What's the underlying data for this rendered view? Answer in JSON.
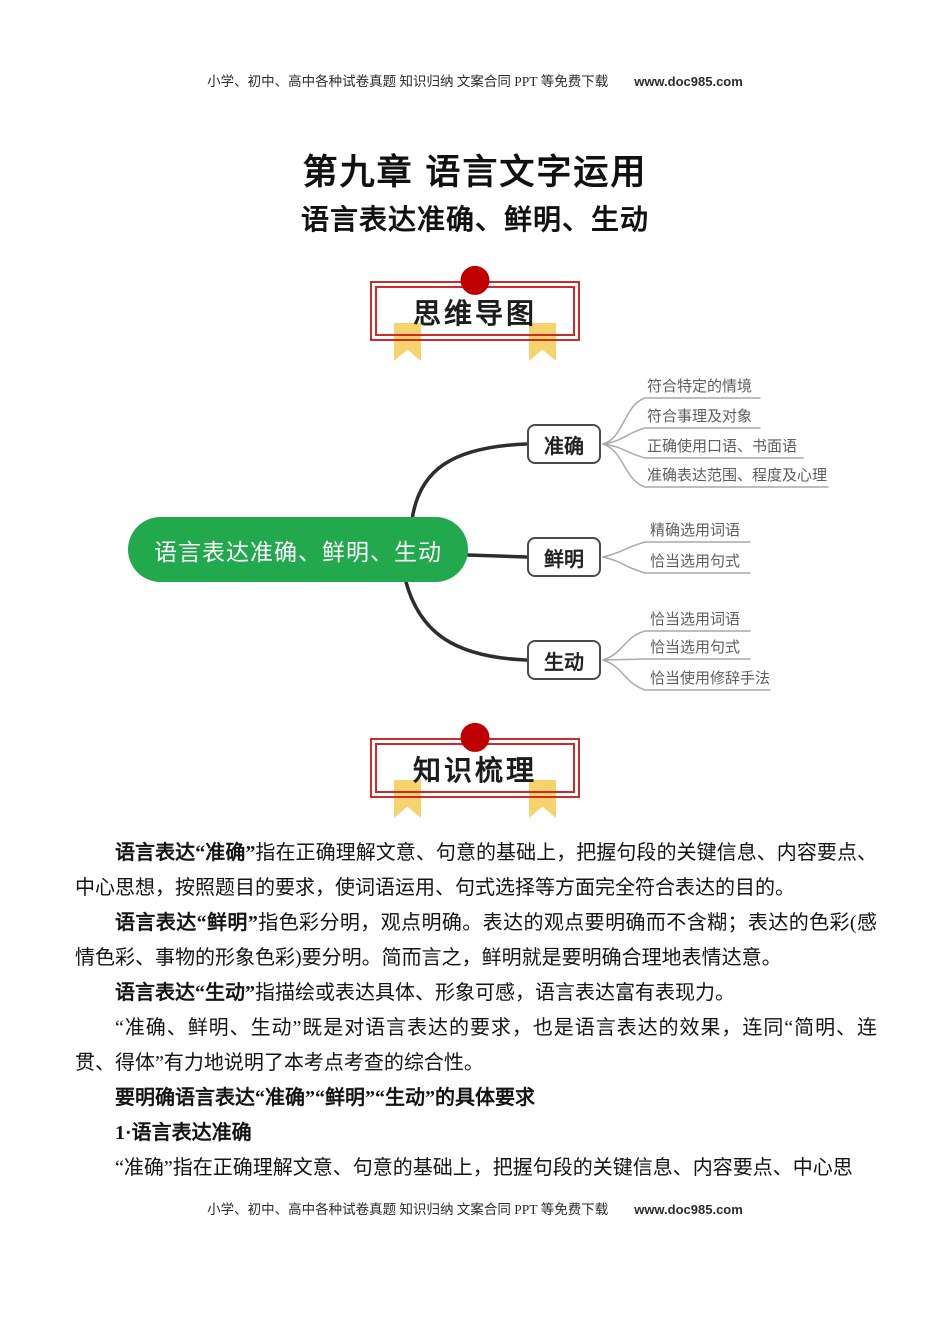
{
  "header": {
    "text": "小学、初中、高中各种试卷真题  知识归纳  文案合同  PPT 等免费下载",
    "url": "www.doc985.com"
  },
  "footer": {
    "text": "小学、初中、高中各种试卷真题  知识归纳  文案合同  PPT 等免费下载",
    "url": "www.doc985.com"
  },
  "title": "第九章 语言文字运用",
  "subtitle": "语言表达准确、鲜明、生动",
  "banners": {
    "mindmap": "思维导图",
    "knowledge": "知识梳理"
  },
  "colors": {
    "center_green": "#22A84D",
    "banner_red_border": "#CD2A2A",
    "banner_red_dot": "#C00000",
    "ribbon_yellow": "#F7D36E"
  },
  "mindmap": {
    "center": "语言表达准确、鲜明、生动",
    "branches": [
      {
        "label": "准确",
        "leaves": [
          "符合特定的情境",
          "符合事理及对象",
          "正确使用口语、书面语",
          "准确表达范围、程度及心理"
        ]
      },
      {
        "label": "鲜明",
        "leaves": [
          "精确选用词语",
          "恰当选用句式"
        ]
      },
      {
        "label": "生动",
        "leaves": [
          "恰当选用词语",
          "恰当选用句式",
          "恰当使用修辞手法"
        ]
      }
    ]
  },
  "content": {
    "paragraphs": [
      {
        "bold": "语言表达“准确”",
        "text": "指在正确理解文意、句意的基础上，把握句段的关键信息、内容要点、中心思想，按照题目的要求，使词语运用、句式选择等方面完全符合表达的目的。"
      },
      {
        "bold": "语言表达“鲜明”",
        "text": "指色彩分明，观点明确。表达的观点要明确而不含糊；表达的色彩(感情色彩、事物的形象色彩)要分明。简而言之，鲜明就是要明确合理地表情达意。"
      },
      {
        "bold": "语言表达“生动”",
        "text": "指描绘或表达具体、形象可感，语言表达富有表现力。"
      },
      {
        "bold": "",
        "text": "“准确、鲜明、生动”既是对语言表达的要求，也是语言表达的效果，连同“简明、连贯、得体”有力地说明了本考点考查的综合性。"
      },
      {
        "bold": "要明确语言表达“准确”“鲜明”“生动”的具体要求",
        "text": ""
      },
      {
        "bold": "1·语言表达准确",
        "text": ""
      },
      {
        "bold": "",
        "text": "“准确”指在正确理解文意、句意的基础上，把握句段的关键信息、内容要点、中心思"
      }
    ]
  }
}
